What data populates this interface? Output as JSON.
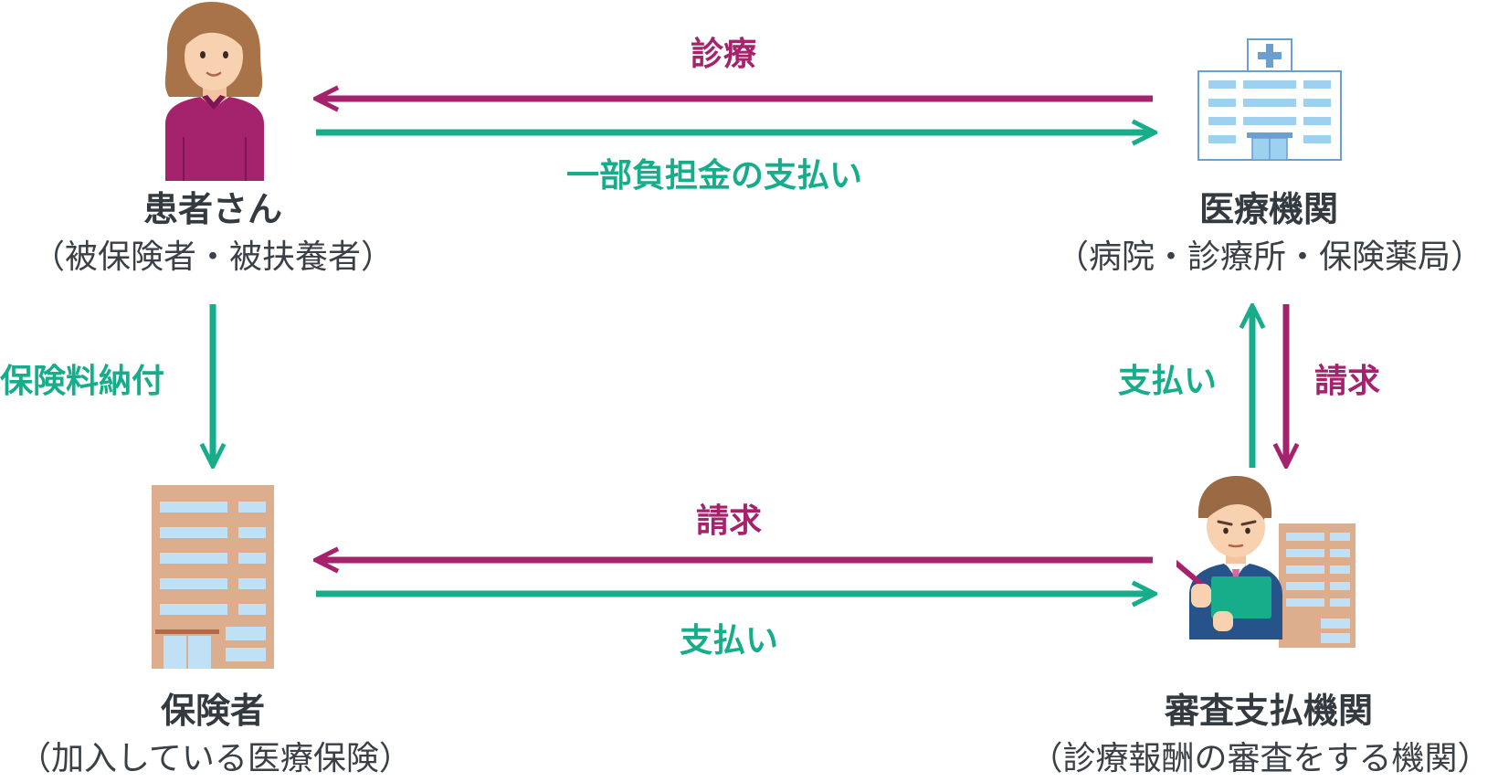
{
  "colors": {
    "magenta": "#a5226d",
    "green": "#17ad8a",
    "text_dark": "#333a40",
    "building_tan": "#dcae8e",
    "window_blue": "#bfe0f5",
    "hospital_blue": "#6a9fd0"
  },
  "nodes": {
    "patient": {
      "title": "患者さん",
      "subtitle": "（被保険者・被扶養者）",
      "icon": "woman-patient-icon"
    },
    "hospital": {
      "title": "医療機関",
      "subtitle": "（病院・診療所・保険薬局）",
      "icon": "hospital-icon"
    },
    "insurer": {
      "title": "保険者",
      "subtitle": "（加入している医療保険）",
      "icon": "insurer-building-icon"
    },
    "review": {
      "title": "審査支払機関",
      "subtitle": "（診療報酬の審査をする機関）",
      "icon": "reviewer-man-icon"
    }
  },
  "edges": {
    "treatment": {
      "label": "診療",
      "from": "hospital",
      "to": "patient",
      "color": "magenta"
    },
    "copay": {
      "label": "一部負担金の支払い",
      "from": "patient",
      "to": "hospital",
      "color": "green"
    },
    "premium": {
      "label": "保険料納付",
      "from": "patient",
      "to": "insurer",
      "color": "green"
    },
    "pay_to_hospital": {
      "label": "支払い",
      "from": "review",
      "to": "hospital",
      "color": "green"
    },
    "claim_from_hospital": {
      "label": "請求",
      "from": "hospital",
      "to": "review",
      "color": "magenta"
    },
    "claim_to_insurer": {
      "label": "請求",
      "from": "review",
      "to": "insurer",
      "color": "magenta"
    },
    "pay_to_review": {
      "label": "支払い",
      "from": "insurer",
      "to": "review",
      "color": "green"
    }
  }
}
